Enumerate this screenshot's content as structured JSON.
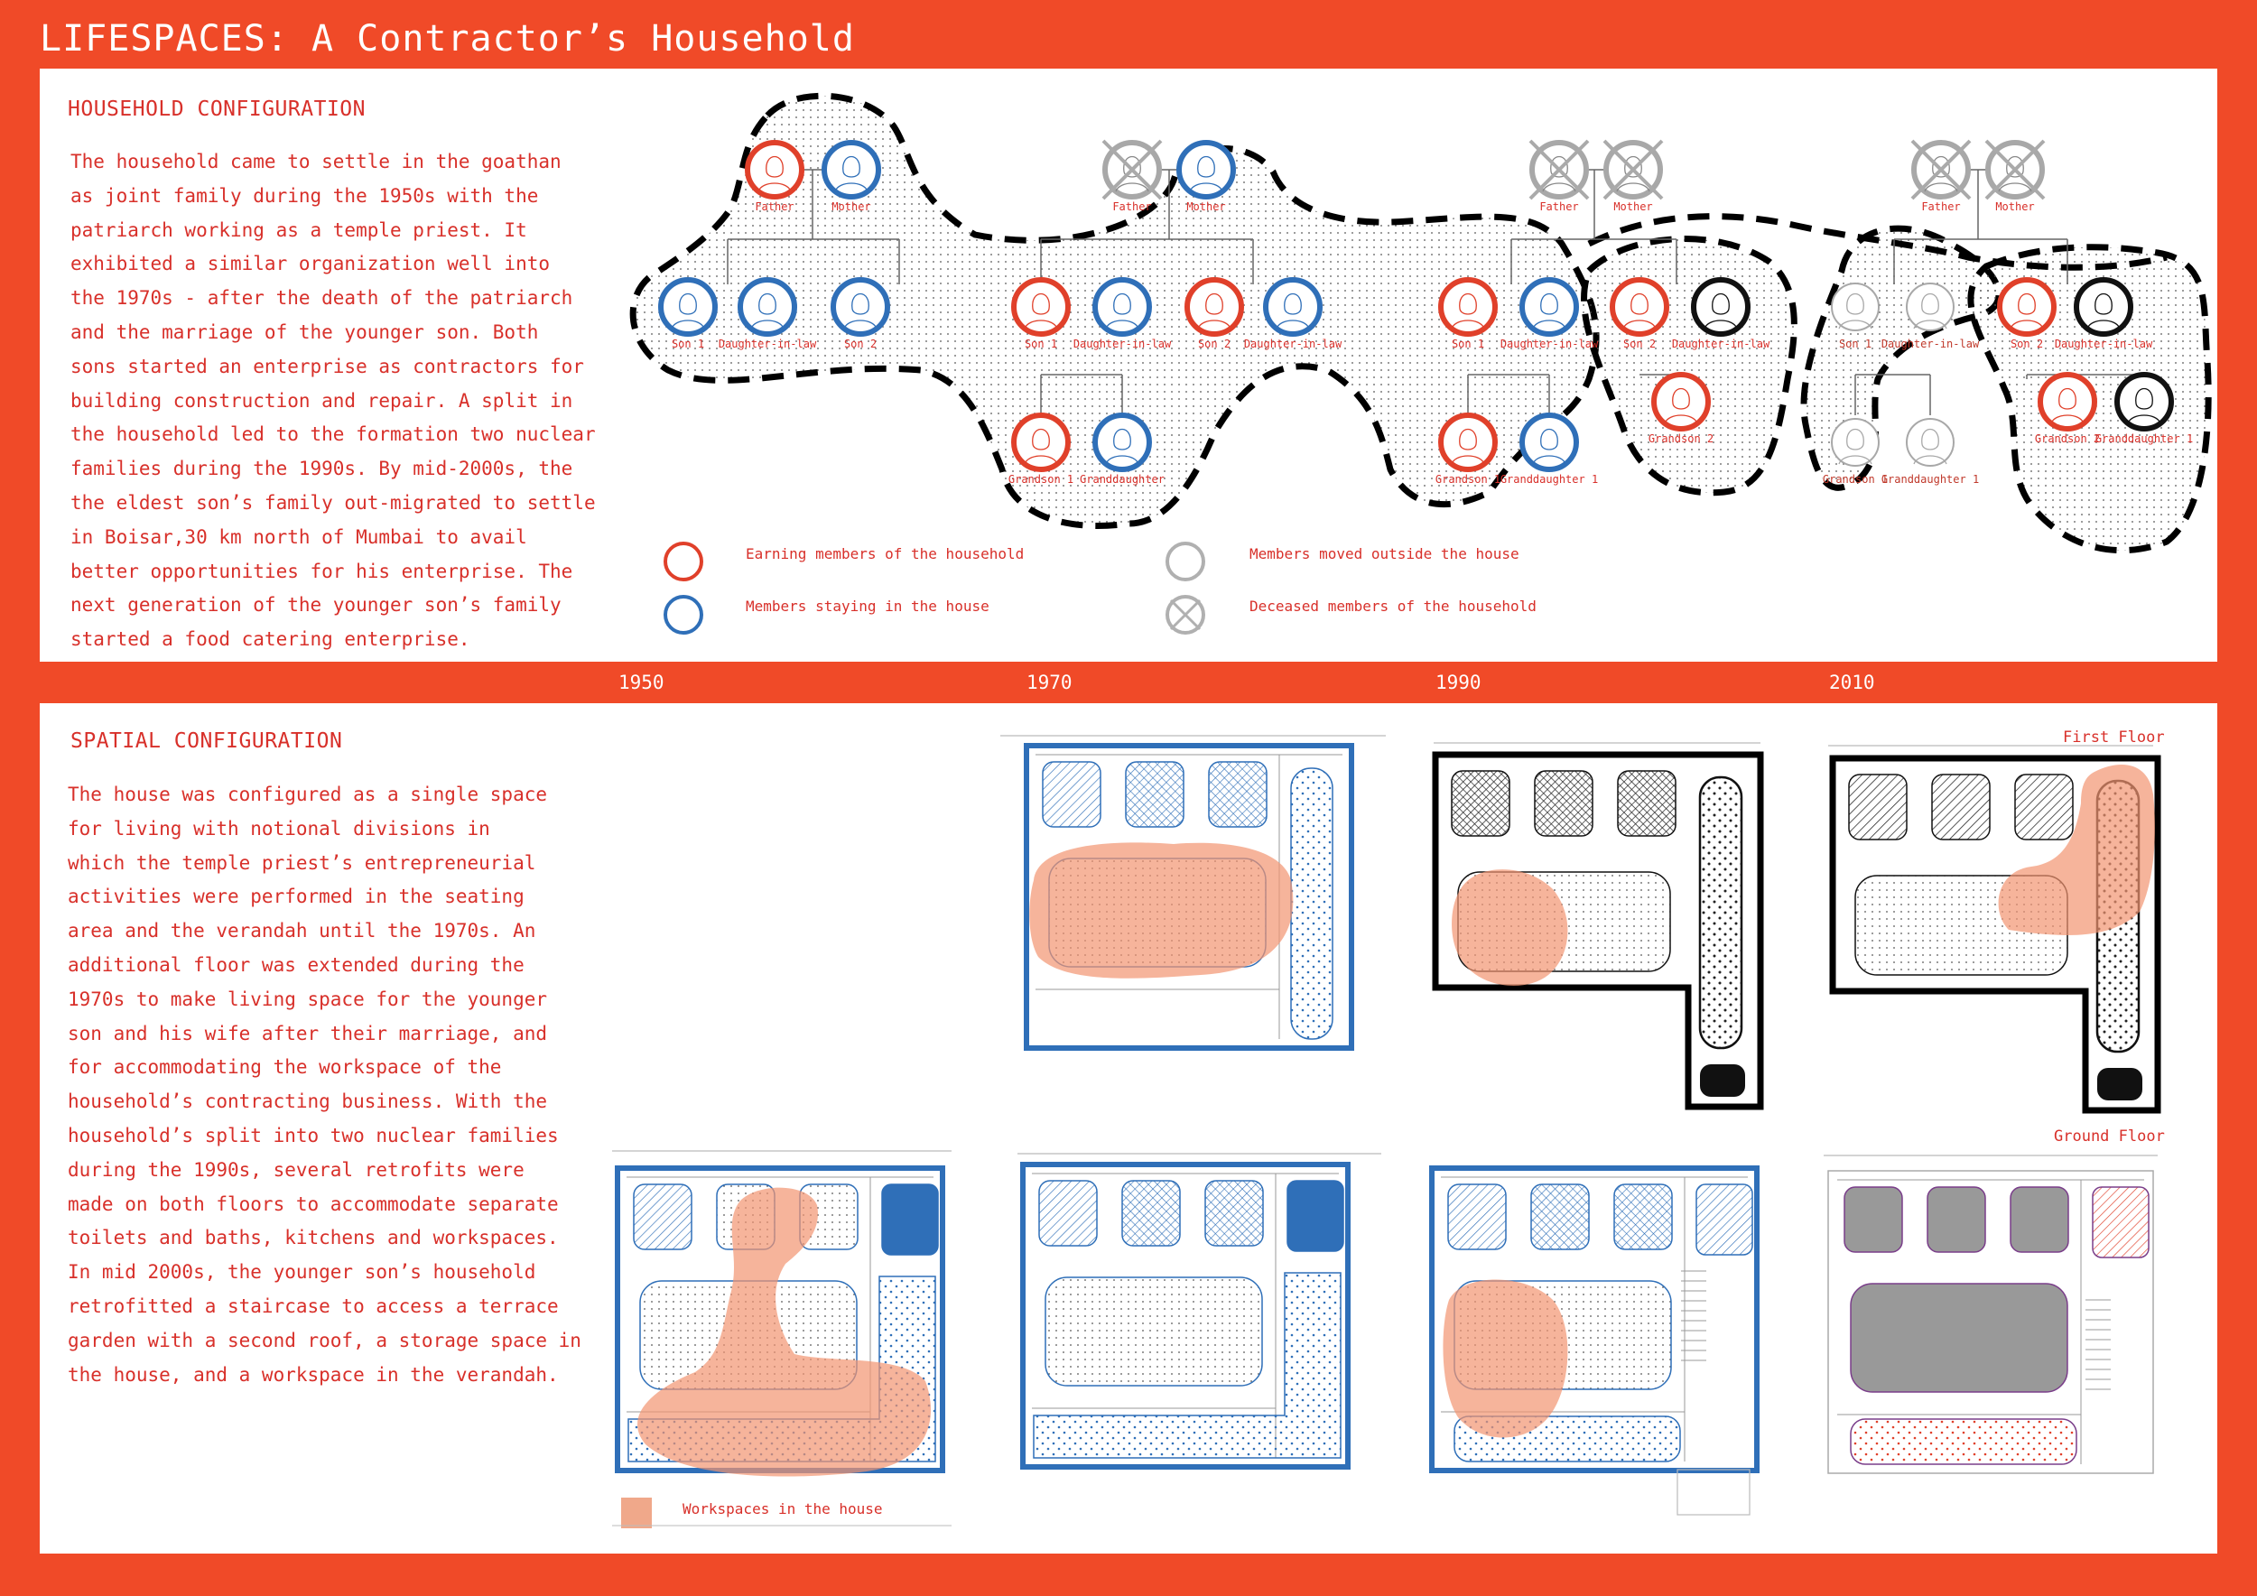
{
  "title": "LIFESPACES: A Contractor’s Household",
  "household": {
    "heading": "HOUSEHOLD CONFIGURATION",
    "text_lines": [
      "The household came to settle in the goathan",
      "as joint family during the 1950s with the",
      "patriarch working as a temple priest. It",
      "exhibited a similar organization well into",
      "the 1970s - after the death of the patriarch",
      "and the marriage of the younger son. Both",
      "sons started an enterprise as contractors for",
      "building construction and repair. A split in",
      "the household led to the formation two nuclear",
      "families during the 1990s. By mid-2000s, the",
      "the eldest son’s family out-migrated to settle",
      "in Boisar,30 km north of Mumbai to avail",
      "better opportunities for his enterprise. The",
      "next generation of the younger son’s family",
      "started a food catering enterprise."
    ],
    "labels": {
      "father": "Father",
      "mother": "Mother",
      "son1": "Son 1",
      "son2": "Son 2",
      "dil": "Daughter-in-law",
      "grandson1": "Grandson 1",
      "grandson2": "Grandson 2",
      "granddaughter": "Granddaughter",
      "granddaughter1": "Granddaughter 1"
    },
    "legend": {
      "earning": "Earning members of the household",
      "staying": "Members staying in the house",
      "moved": "Members moved outside the house",
      "deceased": "Deceased members of the household"
    }
  },
  "timeline": [
    "1950",
    "1970",
    "1990",
    "2010"
  ],
  "spatial": {
    "heading": "SPATIAL CONFIGURATION",
    "text_lines": [
      "The house was configured as a single space",
      "for living with notional divisions in",
      "which the temple priest’s entrepreneurial",
      "activities were performed in the seating",
      "area and the verandah until the 1970s. An",
      "additional floor was extended during the",
      "1970s to make living space for the younger",
      "son and his wife after their marriage, and",
      "for accommodating the workspace of the",
      "household’s contracting business. With the",
      "household’s split into two nuclear families",
      "during the 1990s, several retrofits were",
      "made on both floors to accommodate separate",
      "toilets and baths, kitchens and workspaces.",
      "In mid 2000s, the younger son’s household",
      "retrofitted a staircase to access a terrace",
      "garden with a second roof, a storage space in",
      "the house, and a workspace in the verandah."
    ],
    "first_floor": "First Floor",
    "ground_floor": "Ground Floor",
    "legend_workspace": "Workspaces in the house"
  },
  "colors": {
    "frame": "#f04a28",
    "earning": "#e0402a",
    "staying": "#2f6fb8",
    "moved": "#b0b0b0",
    "workspace": "#f4a080",
    "text": "#d8302a"
  }
}
